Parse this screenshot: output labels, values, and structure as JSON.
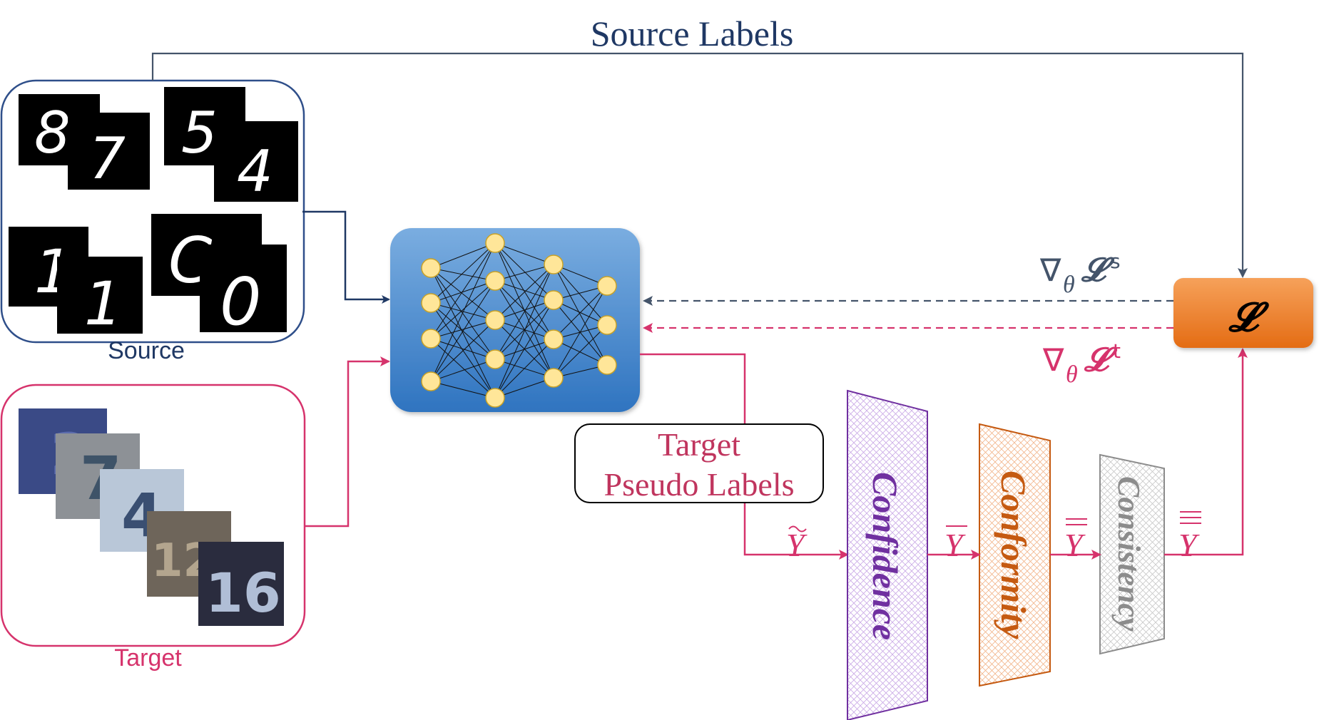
{
  "diagram": {
    "title": "Source Labels",
    "source_domain_label": "Source",
    "target_domain_label": "Target",
    "pseudo_labels_line1": "Target",
    "pseudo_labels_line2": "Pseudo Labels",
    "loss_symbol": "𝓛",
    "grad_source": {
      "prefix": "∇",
      "sub": "θ",
      "loss": "𝓛",
      "sup": "s"
    },
    "grad_target": {
      "prefix": "∇",
      "sub": "θ",
      "loss": "𝓛",
      "sup": "t"
    },
    "filters": [
      {
        "label": "Confidence",
        "color": "#7030a0"
      },
      {
        "label": "Conformity",
        "color": "#c55a11"
      },
      {
        "label": "Consistency",
        "color": "#8c8c8c"
      }
    ],
    "label_symbols": [
      "Y",
      "Y",
      "Y",
      "Y"
    ],
    "source_digits": [
      "8",
      "7",
      "5",
      "4",
      "1",
      "1",
      "C",
      "0"
    ],
    "target_digits": [
      "2",
      "7",
      "4",
      "127",
      "16"
    ],
    "colors": {
      "source_flow": "#1f3864",
      "target_flow": "#d6336c",
      "loss_box": "#ed7d31",
      "network_box": "#5b9bd5",
      "neuron": "#ffe699"
    }
  }
}
